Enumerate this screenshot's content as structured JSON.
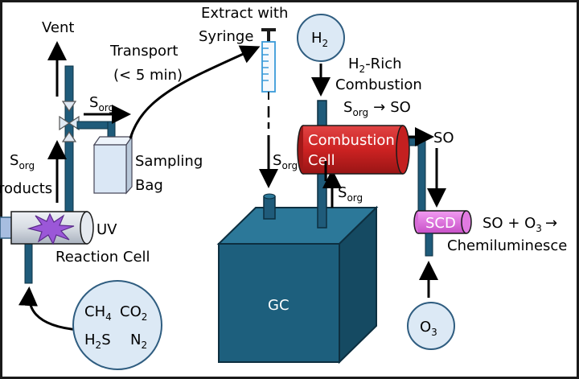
{
  "colors": {
    "pipe": "#1f5b7a",
    "gc_front": "#1d5f7d",
    "gc_top": "#2c7899",
    "gc_side": "#154a62",
    "combustion_red": "#cc2222",
    "scd_pink": "#e46fe4",
    "bubble_fill": "#dce9f5",
    "bubble_stroke": "#2f5d80",
    "uv_cell_fill": "#d7dce3",
    "uv_burst": "#9b57d8",
    "syringe_blue": "#3a9ad9",
    "bag_fill": "#dae7f5",
    "frame": "#1a1a1a"
  },
  "labels": {
    "vent": "Vent",
    "transport_line1": "Transport",
    "transport_line2": "(< 5 min)",
    "extract_line1": "Extract with",
    "extract_line2": "Syringe",
    "s_org_main": "S",
    "s_org_sub": "org",
    "products": "roducts",
    "uv": "UV",
    "reaction_cell": "Reaction Cell",
    "sampling_bag_1": "Sampling",
    "sampling_bag_2": "Bag",
    "h2_rich_h": "H",
    "h2_rich_sub": "2",
    "h2_rich_rest": "-Rich",
    "combustion": "Combustion",
    "sorg_to_so_arrow": "→",
    "so": "SO",
    "combustion_cell_1": "Combustion",
    "combustion_cell_2": "Cell",
    "gc": "GC",
    "scd": "SCD",
    "so_plus": "SO + O",
    "o3_sub": "3",
    "scd_arrow": "→",
    "chemiluminescence": "Chemiluminesce"
  },
  "bubbles": {
    "h2_main": "H",
    "h2_sub": "2",
    "o3_main": "O",
    "o3_sub": "3",
    "gases": [
      {
        "main": "CH",
        "sub": "4"
      },
      {
        "main": "CO",
        "sub": "2"
      },
      {
        "main": "H",
        "sub": "2",
        "tail": "S"
      },
      {
        "main": "N",
        "sub": "2"
      }
    ]
  }
}
